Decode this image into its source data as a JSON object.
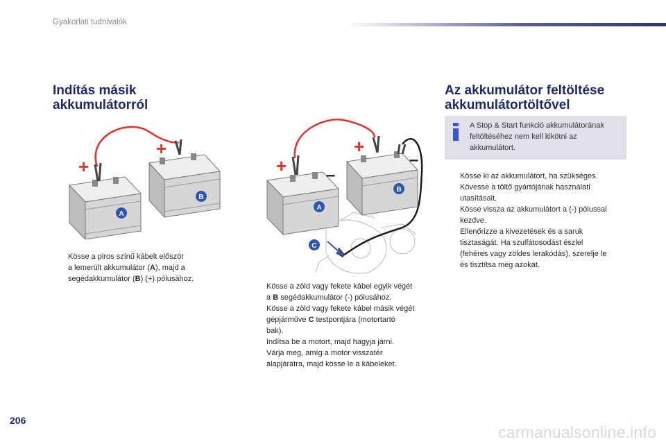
{
  "header": {
    "title": "Gyakorlati tudnivalók"
  },
  "left": {
    "heading": [
      "Indítás másik",
      "akkumulátorról"
    ],
    "diagram_labels": {
      "battery_a": "A",
      "battery_b": "B",
      "plus_a": "+",
      "plus_b": "+"
    },
    "bullets": [
      {
        "lines": [
          "Kösse a piros színű kábelt először",
          "a lemerült akkumulátor (A), majd a",
          "segédakkumulátor (B) (+) pólusához."
        ]
      }
    ]
  },
  "center": {
    "diagram_labels": {
      "battery_a": "A",
      "battery_b": "B",
      "point_c": "C",
      "plus_a": "+",
      "plus_b": "+",
      "minus_a": "–",
      "minus_b": "–"
    },
    "bullets": [
      {
        "lines": [
          "Kösse a zöld vagy fekete kábel egyik végét",
          "a B segédakkumulátor (-) pólusához."
        ]
      },
      {
        "lines": [
          "Kösse a zöld vagy fekete kábel másik végét",
          "gépjárműve C testpontjára (motortartó",
          "bak)."
        ]
      },
      {
        "lines": [
          "Indítsa be a motort, majd hagyja járni."
        ]
      },
      {
        "lines": [
          "Várja meg, amíg a motor visszatér",
          "alapjáratra, majd kösse le a kábeleket."
        ]
      }
    ]
  },
  "right": {
    "heading": [
      "Az akkumulátor feltöltése",
      "akkumulátortöltővel"
    ],
    "info": {
      "icon": "info-icon",
      "lines": [
        "A Stop & Start funkció akkumulátorának",
        "feltöltéséhez nem kell kikötni az",
        "akkumulátort."
      ]
    },
    "bullets": [
      {
        "lines": [
          "Kösse ki az akkumulátort, ha szükséges."
        ]
      },
      {
        "lines": [
          "Kövesse a töltő gyártójának használati",
          "utasításait."
        ]
      },
      {
        "lines": [
          "Kösse vissza az akkumulátort a (-) pólussal",
          "kezdve."
        ]
      },
      {
        "lines": [
          "Ellenőrizze a kivezetések és a saruk",
          "tisztaságát. Ha szulfátosodást észlel",
          "(fehéres vagy zöldes lerakódás), szerelje le",
          "és tisztítsa meg azokat."
        ]
      }
    ]
  },
  "bullet_symbol": "",
  "footer": {
    "page_number": "206",
    "watermark": "carmanualsonline.info"
  },
  "colors": {
    "heading": "#1f2a6b",
    "info_bg": "#dfe0ea",
    "info_icon": "#3d55c8",
    "cable_red": "#e8302a",
    "cable_black": "#1a1a1a",
    "plus_red": "#e2342a",
    "badge_blue": "#2f55b4"
  }
}
